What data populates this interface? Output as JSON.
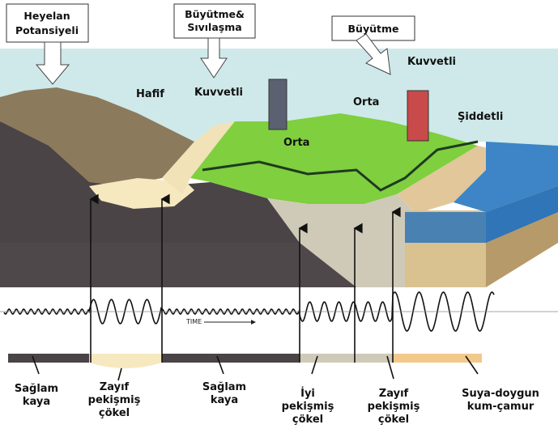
{
  "callouts": {
    "landslide": [
      "Heyelan",
      "Potansiyeli"
    ],
    "amplification_liquefaction": [
      "Büyütme&",
      "Sıvılaşma"
    ],
    "amplification": [
      "Büyütme"
    ]
  },
  "zone_labels": {
    "light": "Hafif",
    "strong_left": "Kuvvetli",
    "moderate_center": "Orta",
    "moderate_right": "Orta",
    "strong_right": "Kuvvetli",
    "severe": "Şiddetli"
  },
  "time_label": "TIME",
  "bottom_labels": {
    "bedrock_left": [
      "Sağlam",
      "kaya"
    ],
    "weak_sediment_left": [
      "Zayıf",
      "pekişmiş",
      "çökel"
    ],
    "bedrock_center": [
      "Sağlam",
      "kaya"
    ],
    "good_sediment": [
      "İyi",
      "pekişmiş",
      "çökel"
    ],
    "weak_sediment_right": [
      "Zayıf",
      "pekişmiş",
      "çökel"
    ],
    "saturated_sand": [
      "Suya-doygun",
      "kum-çamur"
    ]
  },
  "colors": {
    "sky": "#cfe9ea",
    "bedrock": "#4a4446",
    "hill": "#8c7a5c",
    "grass": "#7fcf3f",
    "sand": "#f1e2b8",
    "sea": "#2f75b8",
    "sediment_gray": "#cfcab8",
    "sediment_tan": "#e2c79a"
  }
}
